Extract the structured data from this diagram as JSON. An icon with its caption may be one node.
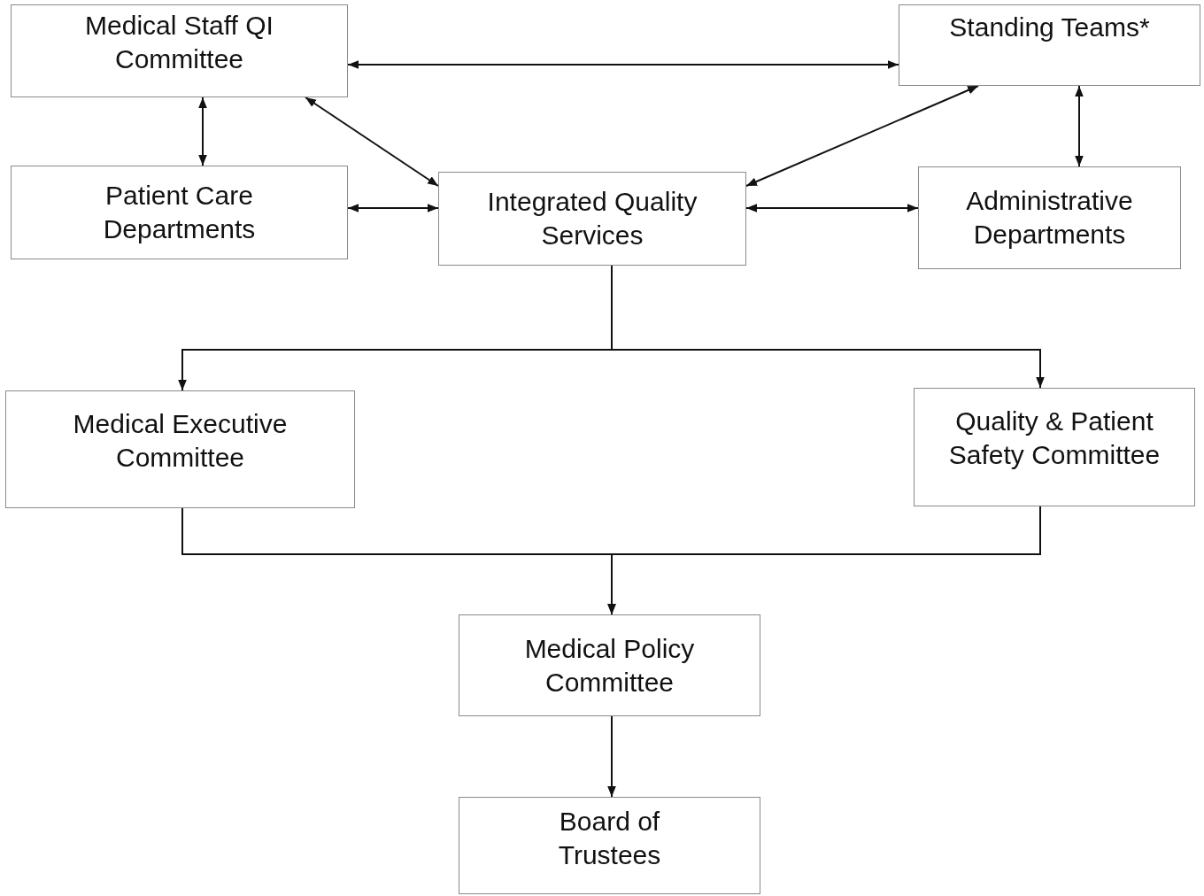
{
  "diagram": {
    "nodes": [
      {
        "text": [
          "Medical Staff QI Committee"
        ]
      },
      {
        "text": [
          "Standing Teams*"
        ]
      },
      {
        "text": [
          "Patient Care Departments"
        ]
      },
      {
        "text": [
          "Integrated Quality Services"
        ]
      },
      {
        "text": [
          "Administrative Departments"
        ]
      },
      {
        "text": [
          "Medical Executive Committee"
        ]
      },
      {
        "text": [
          "Quality & Patient Safety Committee"
        ]
      },
      {
        "text": [
          "Medical Policy Committee"
        ]
      },
      {
        "text": [
          "Board of Trustees"
        ]
      }
    ],
    "edges": [
      {
        "from": 0,
        "to": 1,
        "arrow": "both"
      },
      {
        "from": 0,
        "to": 2,
        "arrow": "both"
      },
      {
        "from": 0,
        "to": 3,
        "arrow": "both"
      },
      {
        "from": 1,
        "to": 3,
        "arrow": "both"
      },
      {
        "from": 1,
        "to": 4,
        "arrow": "both"
      },
      {
        "from": 2,
        "to": 3,
        "arrow": "both"
      },
      {
        "from": 3,
        "to": 4,
        "arrow": "both"
      },
      {
        "from": 3,
        "to": 5,
        "arrow": "to"
      },
      {
        "from": 3,
        "to": 6,
        "arrow": "to"
      },
      {
        "from": 5,
        "to": 7,
        "arrow": "to"
      },
      {
        "from": 6,
        "to": 7,
        "arrow": "to"
      },
      {
        "from": 7,
        "to": 8,
        "arrow": "to"
      }
    ]
  }
}
